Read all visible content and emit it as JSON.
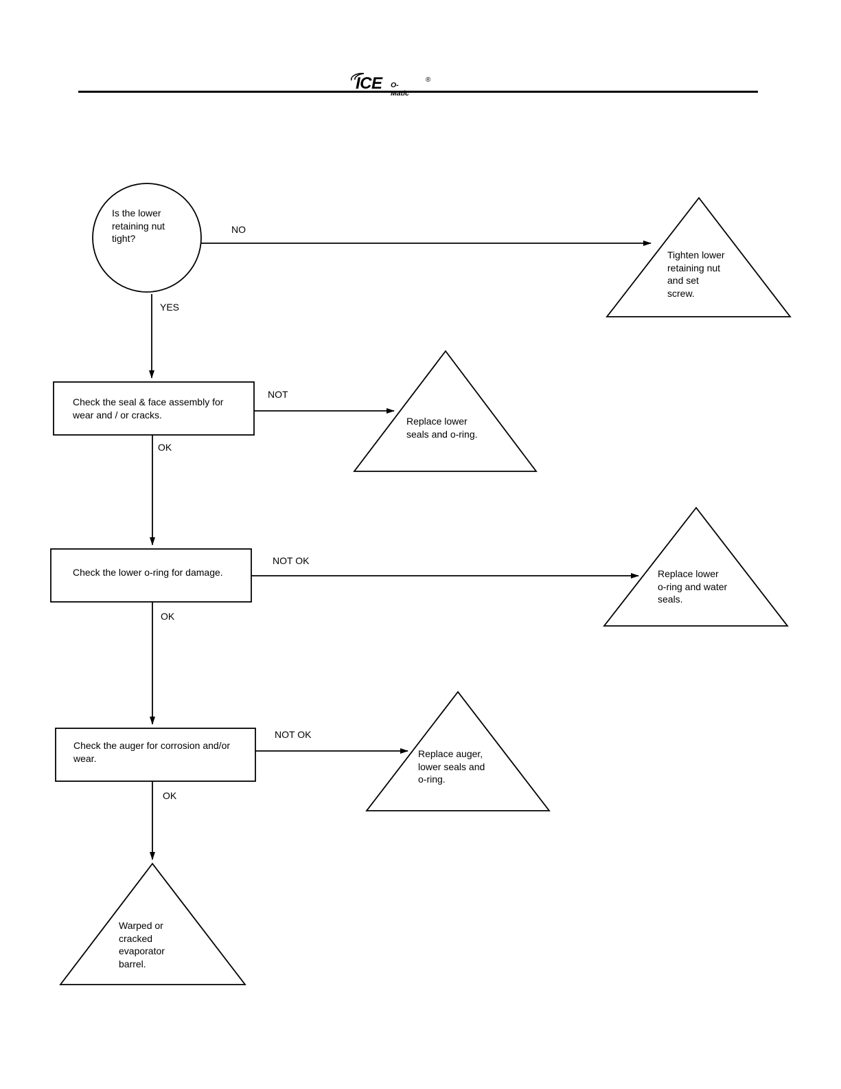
{
  "header": {
    "logo_main": "ICE",
    "logo_sub": "O-Matic",
    "logo_reg": "®"
  },
  "nodes": {
    "q_nut": {
      "text": "Is the lower\nretaining nut\ntight?"
    },
    "fix_nut": {
      "text": "Tighten lower\nretaining nut\nand set\nscrew."
    },
    "check_seal": {
      "text": "Check the seal & face assembly for\nwear and / or cracks."
    },
    "fix_seal": {
      "text": "Replace lower\nseals and o-ring."
    },
    "check_oring": {
      "text": "Check the lower o-ring for damage."
    },
    "fix_oring": {
      "text": "Replace lower\no-ring and water\nseals."
    },
    "check_auger": {
      "text": "Check the auger for corrosion and/or\nwear."
    },
    "fix_auger": {
      "text": "Replace auger,\nlower seals and\no-ring."
    },
    "barrel": {
      "text": "Warped or\ncracked\nevaporator\nbarrel."
    }
  },
  "edges": {
    "nut_no": "NO",
    "nut_yes": "YES",
    "seal_not": "NOT",
    "seal_ok": "OK",
    "oring_notok": "NOT OK",
    "oring_ok": "OK",
    "auger_notok": "NOT OK",
    "auger_ok": "OK"
  }
}
